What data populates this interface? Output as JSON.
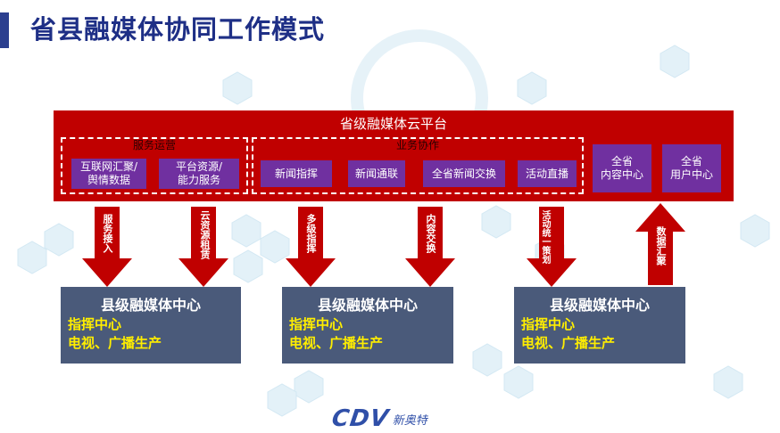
{
  "title": "省县融媒体协同工作模式",
  "platform": {
    "title": "省级融媒体云平台",
    "groups": [
      {
        "label": "服务运营",
        "items": [
          "互联网汇聚/\n舆情数据",
          "平台资源/\n能力服务"
        ]
      },
      {
        "label": "业务协作",
        "items": [
          "新闻指挥",
          "新闻通联",
          "全省新闻交换",
          "活动直播"
        ]
      }
    ],
    "centers": [
      "全省\n内容中心",
      "全省\n用户中心"
    ]
  },
  "arrows": [
    {
      "label": "服务接入",
      "direction": "down"
    },
    {
      "label": "云资源租赁",
      "direction": "down"
    },
    {
      "label": "多级指挥",
      "direction": "down"
    },
    {
      "label": "内容交换",
      "direction": "down"
    },
    {
      "label": "活动统一策划",
      "direction": "down"
    },
    {
      "label": "数据汇聚",
      "direction": "up"
    }
  ],
  "counties": [
    {
      "title": "县级融媒体中心",
      "lines": [
        "指挥中心",
        "电视、广播生产"
      ]
    },
    {
      "title": "县级融媒体中心",
      "lines": [
        "指挥中心",
        "电视、广播生产"
      ]
    },
    {
      "title": "县级融媒体中心",
      "lines": [
        "指挥中心",
        "电视、广播生产"
      ]
    }
  ],
  "logo": {
    "mark": "CDV",
    "text": "新奥特"
  },
  "colors": {
    "platform": "#c00000",
    "box": "#7030a0",
    "county": "#4a5a7a",
    "county_text": "#ffee00",
    "arrow": "#c00000",
    "title": "#1e2f86"
  }
}
